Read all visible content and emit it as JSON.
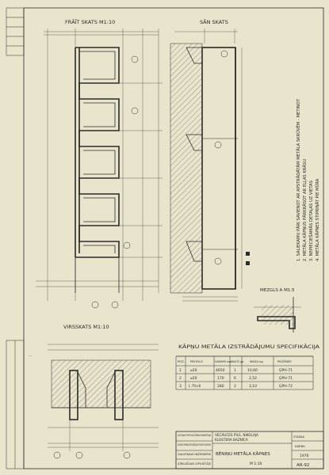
{
  "views": {
    "front_title": "FRĀĪT SKATS M1:10",
    "side_title": "SĀN SKATS",
    "top_title": "VIRSSKATS M1:10",
    "section_title": "MEZGLS A M1:5",
    "annotation_lines": [
      "1. SALIEKAMU PĀRI SAVIENOT AR APSTRĀDĀTĀM METĀLA SKRŪVĒM - METINOT",
      "2. METĀLA KĀPŅUS PĀRKRĀSOT AR EĻĻAS KRĀSU",
      "3. NEPIECIEŠAMĀS DETAĻAS UZ VIETAS",
      "4. METĀLA KĀPNES STIPRINĀT PIE MŪRA"
    ]
  },
  "spec_table": {
    "title": "KĀPŅU METĀLA IZSTRĀDĀJUMU SPECIFIKĀCIJA",
    "headers": [
      "POZ.",
      "PROFILS",
      "GARUMS mm",
      "SKAITS gb.",
      "MASA kg",
      "PIEZĪMES"
    ],
    "rows": [
      [
        "1",
        "⌀20",
        "4650",
        "1",
        "10,60",
        "ĢPH-71"
      ],
      [
        "2",
        "⌀20",
        "170",
        "6",
        "2,52",
        "ĢPH-71"
      ],
      [
        "3",
        "L 70×6",
        "280",
        "2",
        "3,10",
        "ĢPH-72"
      ]
    ]
  },
  "title_block": {
    "left_lines": [
      "LATVIJAS PSR KULTŪRAS MINISTRIJA",
      "KULTŪRAS PIEMIŅU RESTAURĀCIJAS PROJEKTU KANTORIS",
      "GALVENAIS INŽENIERIS",
      "ATBILDĪGAIS IZPILDĪTĀJS"
    ],
    "middle_lines": [
      "VECAUCES PILS, NIKOLAJA",
      "KLOSTERA BAZNĪCA"
    ],
    "drawing_name": "BĒNIŅU METĀLA KĀPNES",
    "scale": "M 1:10",
    "stage": "STADIJA",
    "stage_value": "DARBA",
    "year": "1976",
    "sheet_no": "AR-92"
  }
}
